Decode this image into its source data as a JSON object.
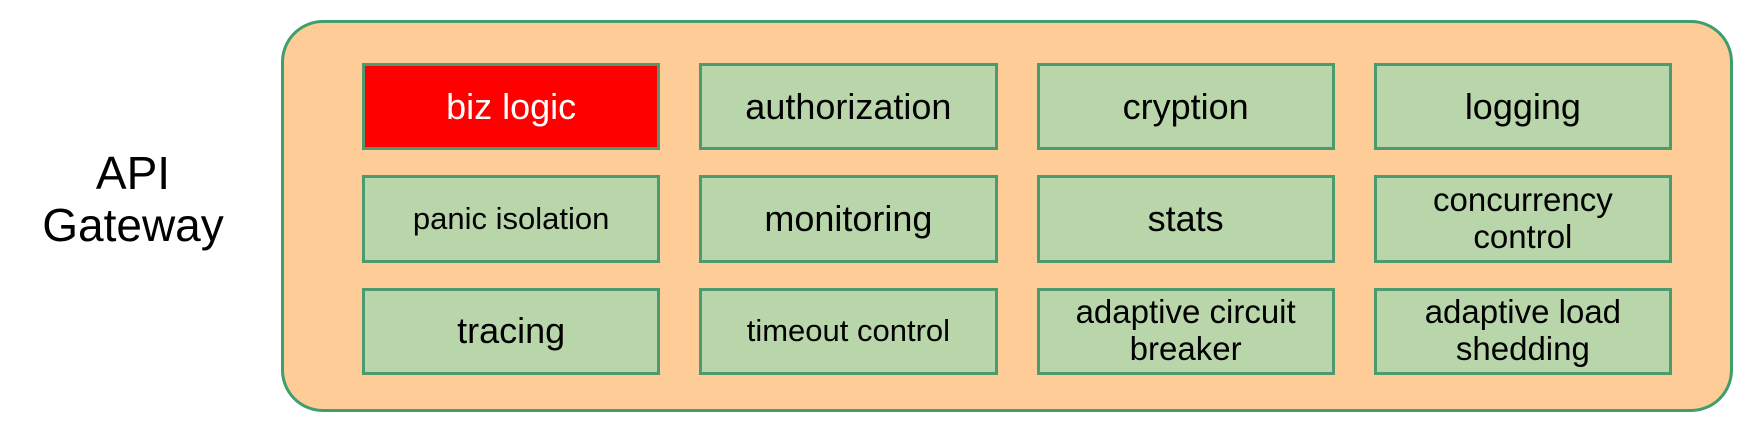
{
  "diagram": {
    "side_label": "API\nGateway",
    "container_name": "api-gateway-container",
    "colors": {
      "container_fill": "#fdcc97",
      "container_border": "#3f9e6c",
      "box_fill": "#b9d6aa",
      "box_border": "#4c9b6e",
      "highlight_fill": "#fe0000",
      "highlight_text": "#ffffff",
      "text": "#000000",
      "page_background": "#ffffff"
    },
    "grid": {
      "columns": 4,
      "rows": 3,
      "cells": [
        {
          "label": "biz logic",
          "highlight": true,
          "size": "lg",
          "lines": 1
        },
        {
          "label": "authorization",
          "highlight": false,
          "size": "lg",
          "lines": 1
        },
        {
          "label": "cryption",
          "highlight": false,
          "size": "lg",
          "lines": 1
        },
        {
          "label": "logging",
          "highlight": false,
          "size": "lg",
          "lines": 1
        },
        {
          "label": "panic isolation",
          "highlight": false,
          "size": "sm",
          "lines": 1
        },
        {
          "label": "monitoring",
          "highlight": false,
          "size": "lg",
          "lines": 1
        },
        {
          "label": "stats",
          "highlight": false,
          "size": "lg",
          "lines": 1
        },
        {
          "label": "concurrency\ncontrol",
          "highlight": false,
          "size": "md",
          "lines": 2
        },
        {
          "label": "tracing",
          "highlight": false,
          "size": "lg",
          "lines": 1
        },
        {
          "label": "timeout control",
          "highlight": false,
          "size": "sm",
          "lines": 1
        },
        {
          "label": "adaptive circuit\nbreaker",
          "highlight": false,
          "size": "md",
          "lines": 2
        },
        {
          "label": "adaptive load\nshedding",
          "highlight": false,
          "size": "md",
          "lines": 2
        }
      ]
    }
  }
}
